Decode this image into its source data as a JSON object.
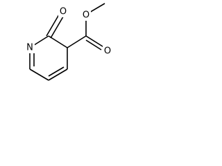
{
  "molecule": {
    "atoms": {
      "nitrogen": "N",
      "carbonyl_oxygen": "O",
      "ester_carbonyl_oxygen": "O",
      "ester_ether_oxygen": "O"
    },
    "colors": {
      "bond": "#000000",
      "label": "#000000",
      "background": "#ffffff"
    }
  }
}
